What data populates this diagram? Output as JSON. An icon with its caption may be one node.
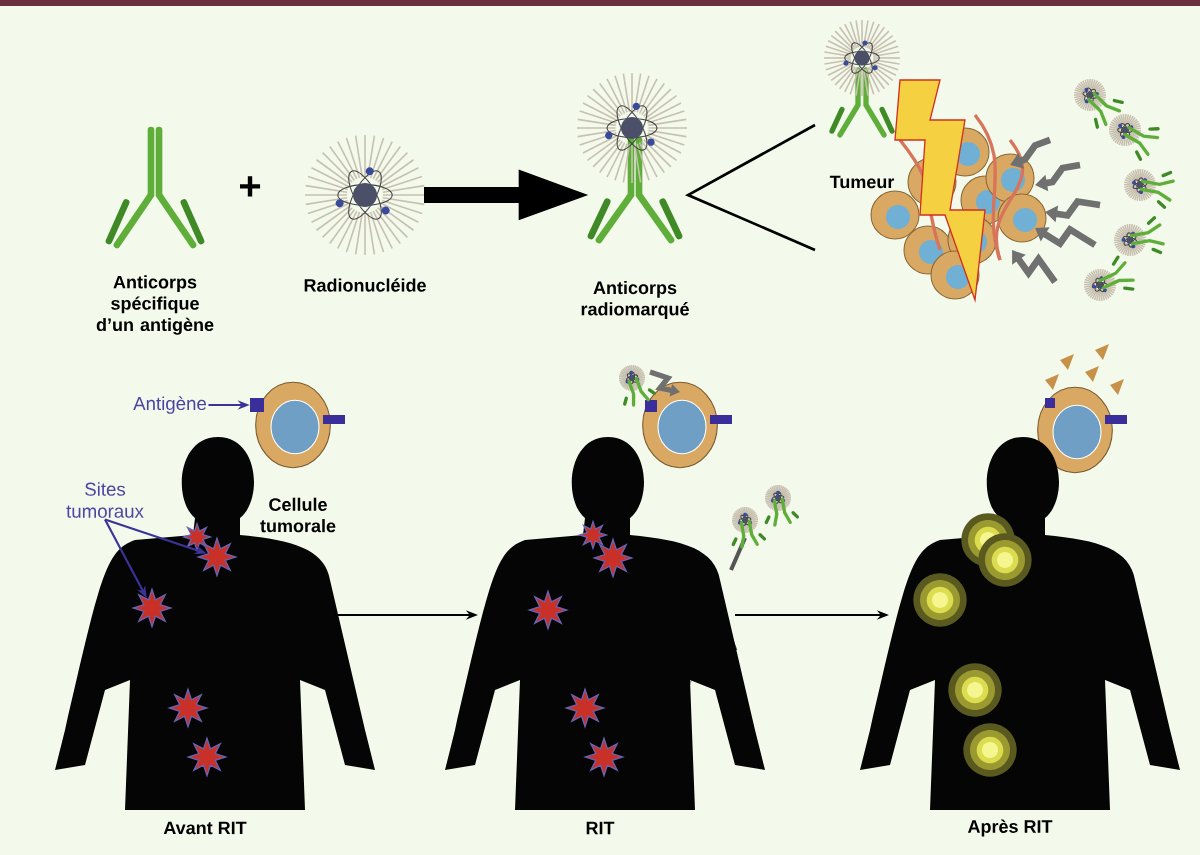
{
  "diagram": {
    "nodes": [
      {
        "text": [
          "Anticorps spécifique d’un antigène"
        ]
      },
      {
        "text": [
          "Radionucléide"
        ]
      },
      {
        "text": [
          "Anticorps radiomarqué"
        ]
      },
      {
        "text": [
          "Tumeur"
        ]
      },
      {
        "text": [
          "Antigène"
        ]
      },
      {
        "text": [],
        "shape": "box"
      },
      {
        "text": [
          "Cellule tumorale"
        ]
      },
      {
        "text": [
          "Sites tumoraux"
        ]
      },
      {
        "text": [],
        "shape": "star",
        "in": 10
      },
      {
        "text": [],
        "shape": "star",
        "in": 10
      },
      {
        "text": [
          "Avant RIT"
        ]
      },
      {
        "text": [
          "RIT"
        ]
      },
      {
        "text": [
          "Après RIT"
        ]
      }
    ],
    "edges": [
      {
        "from": 1,
        "to": 2,
        "arrow": "to",
        "style": "thick"
      },
      {
        "from": 4,
        "to": 5,
        "arrow": "to",
        "color": "#3c3399"
      },
      {
        "from": 7,
        "to": 8,
        "arrow": "to",
        "color": "#3c3399"
      },
      {
        "from": 7,
        "to": 9,
        "arrow": "to",
        "color": "#3c3399"
      },
      {
        "from": 10,
        "to": 11,
        "arrow": "to"
      },
      {
        "from": 11,
        "to": 12,
        "arrow": "to"
      }
    ],
    "labels": [
      "+"
    ]
  }
}
